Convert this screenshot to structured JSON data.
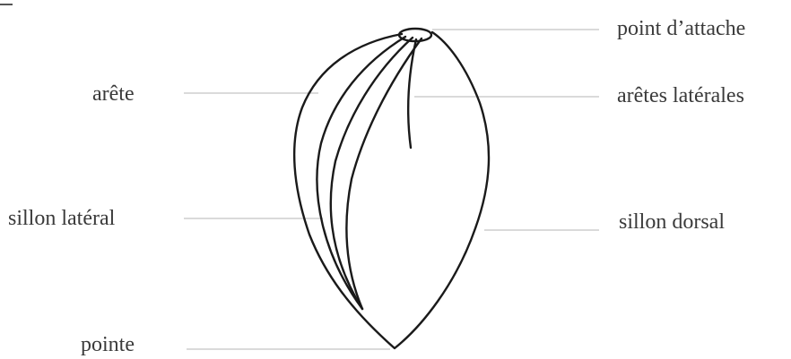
{
  "diagram": {
    "labels": {
      "point_attache": "point d’attache",
      "arete": "arête",
      "aretes_laterales": "arêtes latérales",
      "sillon_lateral": "sillon latéral",
      "sillon_dorsal": "sillon dorsal",
      "pointe": "pointe"
    },
    "colors": {
      "outline": "#1a1a1a",
      "leader": "#b5b5b5",
      "text": "#3a3a3a"
    }
  }
}
